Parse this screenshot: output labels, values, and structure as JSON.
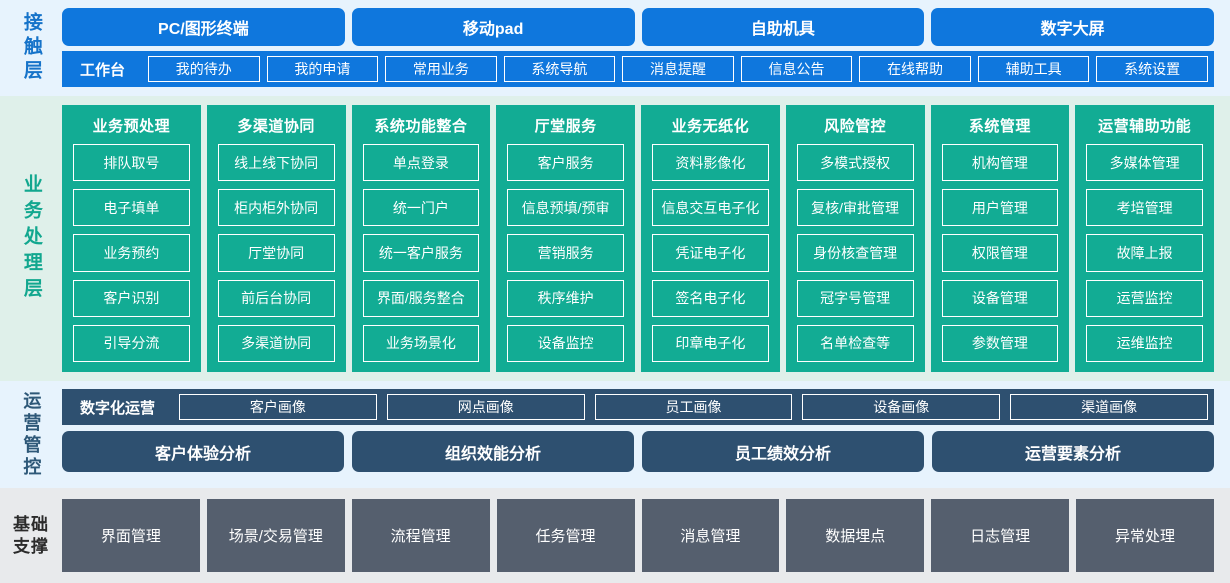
{
  "layers": {
    "contact": {
      "label": "接触层",
      "channels": [
        "PC/图形终端",
        "移动pad",
        "自助机具",
        "数字大屏"
      ],
      "workbench_title": "工作台",
      "workbench_items": [
        "我的待办",
        "我的申请",
        "常用业务",
        "系统导航",
        "消息提醒",
        "信息公告",
        "在线帮助",
        "辅助工具",
        "系统设置"
      ]
    },
    "business": {
      "label": "业务处理层",
      "columns": [
        {
          "title": "业务预处理",
          "items": [
            "排队取号",
            "电子填单",
            "业务预约",
            "客户识别",
            "引导分流"
          ]
        },
        {
          "title": "多渠道协同",
          "items": [
            "线上线下协同",
            "柜内柜外协同",
            "厅堂协同",
            "前后台协同",
            "多渠道协同"
          ]
        },
        {
          "title": "系统功能整合",
          "items": [
            "单点登录",
            "统一门户",
            "统一客户服务",
            "界面/服务整合",
            "业务场景化"
          ]
        },
        {
          "title": "厅堂服务",
          "items": [
            "客户服务",
            "信息预填/预审",
            "营销服务",
            "秩序维护",
            "设备监控"
          ]
        },
        {
          "title": "业务无纸化",
          "items": [
            "资料影像化",
            "信息交互电子化",
            "凭证电子化",
            "签名电子化",
            "印章电子化"
          ]
        },
        {
          "title": "风险管控",
          "items": [
            "多模式授权",
            "复核/审批管理",
            "身份核查管理",
            "冠字号管理",
            "名单检查等"
          ]
        },
        {
          "title": "系统管理",
          "items": [
            "机构管理",
            "用户管理",
            "权限管理",
            "设备管理",
            "参数管理"
          ]
        },
        {
          "title": "运营辅助功能",
          "items": [
            "多媒体管理",
            "考培管理",
            "故障上报",
            "运营监控",
            "运维监控"
          ]
        }
      ]
    },
    "operations": {
      "label": "运营管控",
      "portrait_title": "数字化运营",
      "portrait_items": [
        "客户画像",
        "网点画像",
        "员工画像",
        "设备画像",
        "渠道画像"
      ],
      "analysis_items": [
        "客户体验分析",
        "组织效能分析",
        "员工绩效分析",
        "运营要素分析"
      ]
    },
    "foundation": {
      "label": "基础\n支撑",
      "label_line1": "基础",
      "label_line2": "支撑",
      "items": [
        "界面管理",
        "场景/交易管理",
        "流程管理",
        "任务管理",
        "消息管理",
        "数据埋点",
        "日志管理",
        "异常处理"
      ]
    }
  },
  "colors": {
    "contact_band_bg": "#e7f3fd",
    "contact_blue": "#0f77dd",
    "business_band_bg": "#dff0ea",
    "business_green": "#12ac94",
    "business_label": "#12a78f",
    "ops_band_bg": "#e7f3fd",
    "ops_dark_blue": "#2e5070",
    "foundation_band_bg": "#e8eaec",
    "foundation_gray": "#555f6e"
  }
}
